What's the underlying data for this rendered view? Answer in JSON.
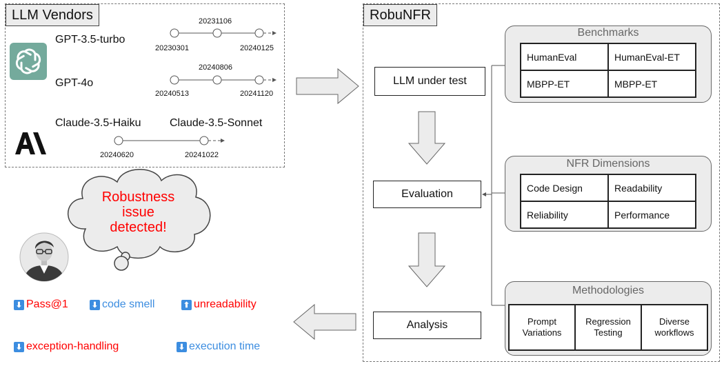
{
  "vendors": {
    "title": "LLM Vendors",
    "models": [
      {
        "name": "GPT-3.5-turbo",
        "dates": {
          "start": "20230301",
          "mid": "20231106",
          "end": "20240125"
        }
      },
      {
        "name": "GPT-4o",
        "dates": {
          "start": "20240513",
          "mid": "20240806",
          "end": "20241120"
        }
      },
      {
        "name_a": "Claude-3.5-Haiku",
        "name_b": "Claude-3.5-Sonnet",
        "dates": {
          "start": "20240620",
          "end": "20241022"
        }
      }
    ]
  },
  "thought": {
    "text_line1": "Robustness",
    "text_line2": "issue",
    "text_line3": "detected!",
    "color": "#ff0000"
  },
  "metrics": [
    {
      "label": "Pass@1",
      "dir": "down",
      "color": "#ff0000"
    },
    {
      "label": "code smell",
      "dir": "down",
      "color": "#3c8de0"
    },
    {
      "label": "unreadability",
      "dir": "up",
      "color": "#ff0000"
    },
    {
      "label": "exception-handling",
      "dir": "down",
      "color": "#ff0000"
    },
    {
      "label": "execution time",
      "dir": "down",
      "color": "#3c8de0"
    }
  ],
  "robunfr": {
    "title": "RobuNFR",
    "flow": {
      "llm": "LLM under test",
      "evaluation": "Evaluation",
      "analysis": "Analysis"
    },
    "benchmarks": {
      "title": "Benchmarks",
      "items": [
        "HumanEval",
        "HumanEval-ET",
        "MBPP-ET",
        "MBPP-ET"
      ]
    },
    "nfr": {
      "title": "NFR Dimensions",
      "items": [
        "Code Design",
        "Readability",
        "Reliability",
        "Performance"
      ]
    },
    "methodologies": {
      "title": "Methodologies",
      "items": [
        {
          "l1": "Prompt",
          "l2": "Variations"
        },
        {
          "l1": "Regression",
          "l2": "Testing"
        },
        {
          "l1": "Diverse",
          "l2": "workflows"
        }
      ]
    }
  }
}
